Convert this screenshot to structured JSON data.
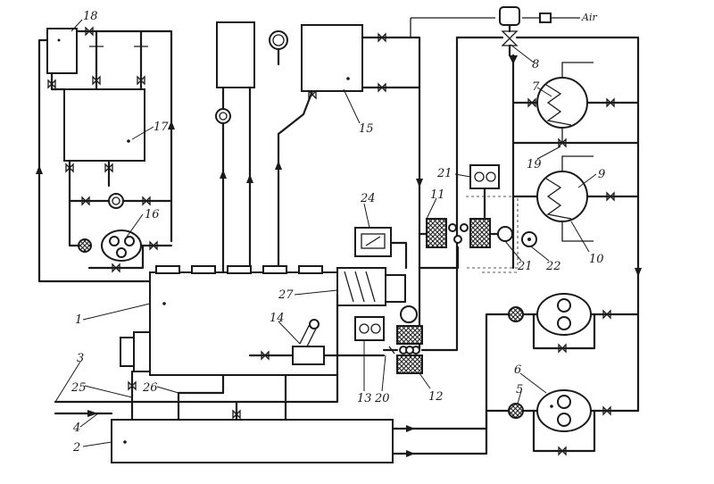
{
  "labels": {
    "n1": "1",
    "n2": "2",
    "n3": "3",
    "n4": "4",
    "n5": "5",
    "n6": "6",
    "n7": "7",
    "n8": "8",
    "n9": "9",
    "n10": "10",
    "n11": "11",
    "n12": "12",
    "n13": "13",
    "n14": "14",
    "n15": "15",
    "n16": "16",
    "n17": "17",
    "n18": "18",
    "n19": "19",
    "n20": "20",
    "n21a": "21",
    "n21b": "21",
    "n22": "22",
    "n24": "24",
    "n25": "25",
    "n26": "26",
    "n27": "27"
  },
  "air_label": "Air",
  "colors": {
    "ink": "#1a1a1a",
    "paper": "#ffffff"
  }
}
